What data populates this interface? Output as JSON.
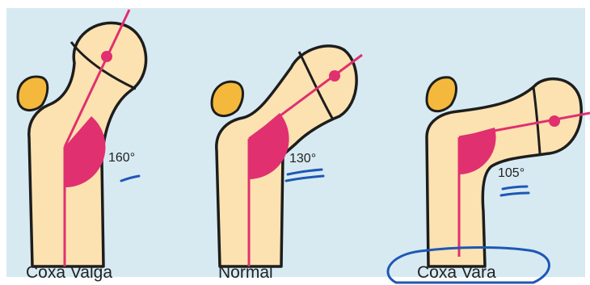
{
  "figures": [
    {
      "caption": "Coxa Valga",
      "angle": "160°",
      "circled": false
    },
    {
      "caption": "Normal",
      "angle": "130°",
      "circled": false
    },
    {
      "caption": "Coxa Vara",
      "angle": "105°",
      "circled": true
    }
  ],
  "colors": {
    "background": "#d7eaf2",
    "bone_fill": "#fbe2b0",
    "bone_outline": "#1d1d1d",
    "angle_accent": "#e0306f",
    "annotation_ink": "#1f57b5",
    "label_text": "#222222"
  }
}
